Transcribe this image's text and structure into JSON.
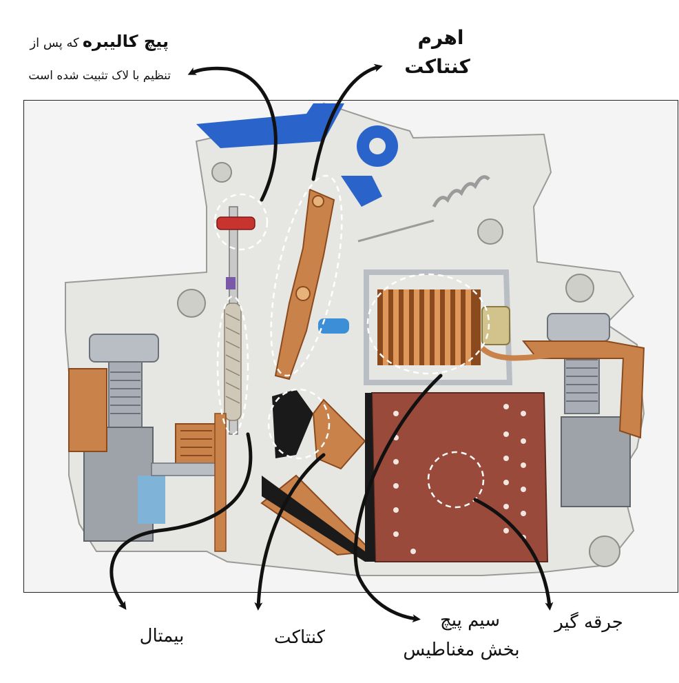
{
  "labels": {
    "calibration_screw_line1_bold": "پیچ کالیبره",
    "calibration_screw_line1_rest": "که پس از",
    "calibration_screw_line2": "تنظیم با لاک تثبیت شده است",
    "contact_lever_line1": "اهرم",
    "contact_lever_line2": "کنتاکت",
    "bimetal": "بیمتال",
    "contact": "کنتاکت",
    "coil_line1": "سیم پیچ",
    "coil_line2": "بخش مغناطیس",
    "arc_chute": "جرقه گیر"
  },
  "colors": {
    "ink": "#111111",
    "photo_bg": "#f4f4f4",
    "housing": "#e6e6e2",
    "copper": "#c8824a",
    "copper_dark": "#8b4a1e",
    "arc_chute": "#9a4a3a",
    "steel": "#b9bdc4",
    "blue": "#2a63c9",
    "dashed": "#ffffff"
  }
}
